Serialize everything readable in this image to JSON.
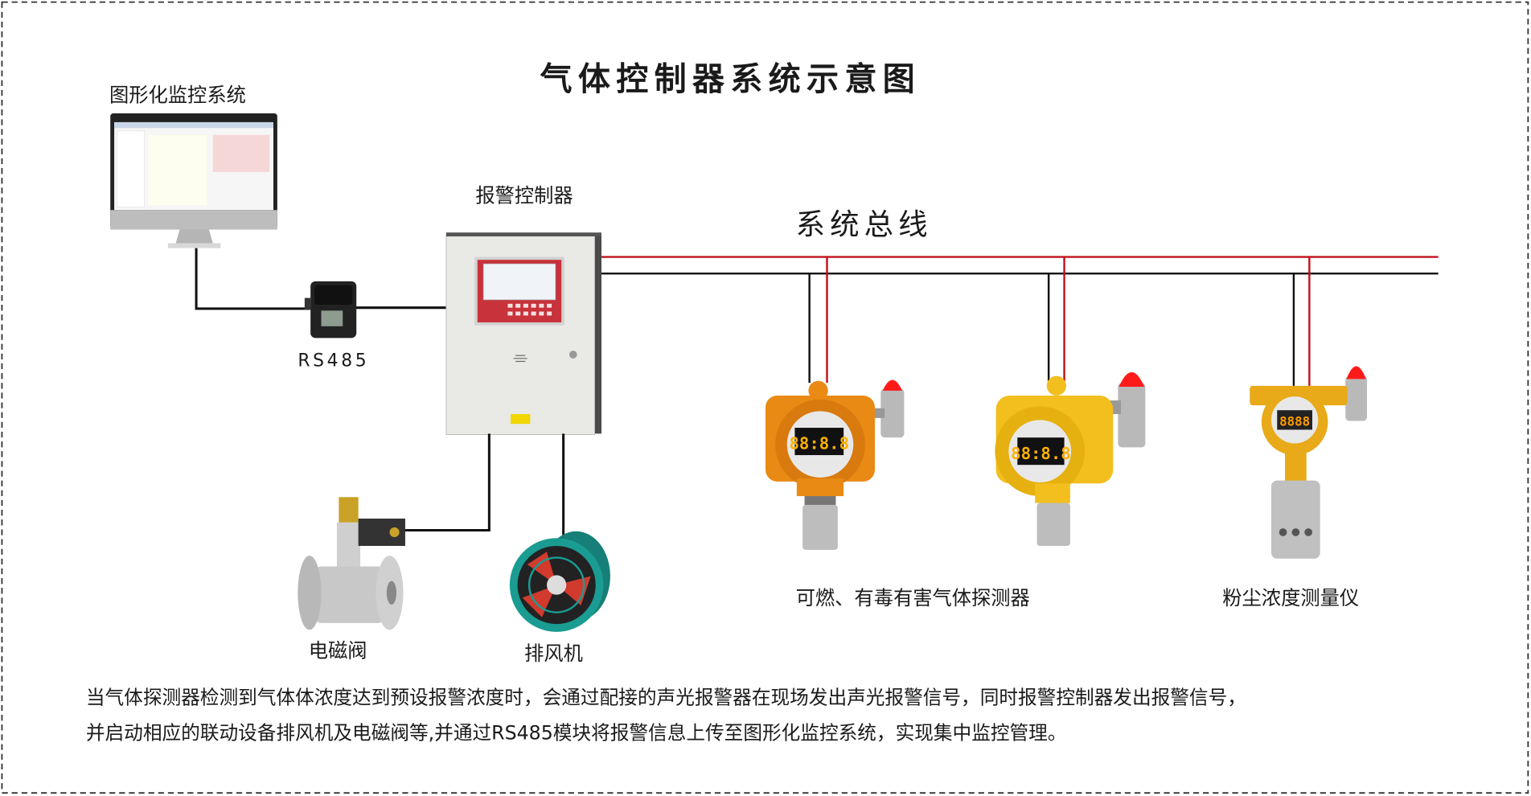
{
  "title": "气体控制器系统示意图",
  "labels": {
    "monitor": "图形化监控系统",
    "rs485": "RS485",
    "controller": "报警控制器",
    "bus": "系统总线",
    "gas_detector": "可燃、有毒有害气体探测器",
    "dust_meter": "粉尘浓度测量仪",
    "valve": "电磁阀",
    "fan": "排风机"
  },
  "display": {
    "detector_digits": "88:8.8",
    "dust_digits": "8888"
  },
  "description": [
    "当气体探测器检测到气体体浓度达到预设报警浓度时，会通过配接的声光报警器在现场发出声光报警信号，同时报警控制器发出报警信号，",
    "并启动相应的联动设备排风机及电磁阀等,并通过RS485模块将报警信息上传至图形化监控系统，实现集中监控管理。"
  ],
  "colors": {
    "bus_red": "#c0121b",
    "bus_black": "#111111",
    "orange_detector": "#e98a14",
    "yellow_detector": "#f2bf1e",
    "controller_panel": "#c8323a",
    "fan_teal": "#1a9c92",
    "alarm_red": "#ff1a1a"
  }
}
